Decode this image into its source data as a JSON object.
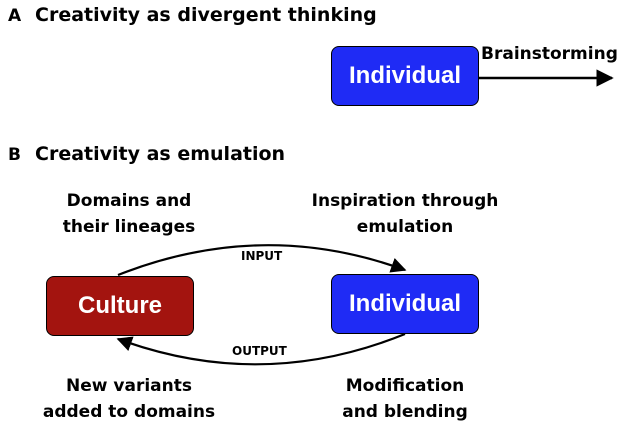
{
  "panel_a": {
    "letter": "A",
    "title": "Creativity as divergent thinking",
    "box_label": "Individual",
    "arrow_label": "Brainstorming"
  },
  "panel_b": {
    "letter": "B",
    "title": "Creativity as emulation",
    "culture_label": "Culture",
    "individual_label": "Individual",
    "top_left_label": [
      "Domains and",
      "their lineages"
    ],
    "top_right_label": [
      "Inspiration through",
      "emulation"
    ],
    "bottom_left_label": [
      "New variants",
      "added to domains"
    ],
    "bottom_right_label": [
      "Modification",
      "and blending"
    ],
    "input_label": "INPUT",
    "output_label": "OUTPUT"
  },
  "colors": {
    "individual": "#1f2bf5",
    "culture": "#a3140f"
  }
}
